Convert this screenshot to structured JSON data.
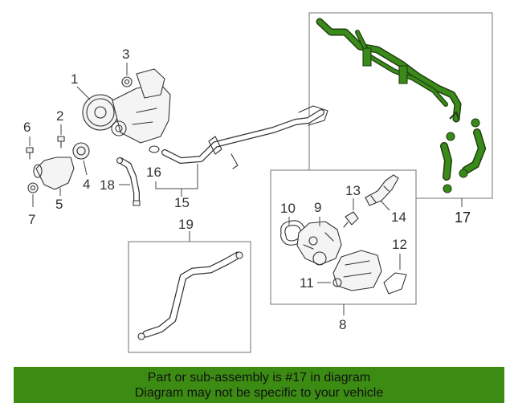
{
  "callouts": {
    "c1": "1",
    "c2": "2",
    "c3": "3",
    "c4": "4",
    "c5": "5",
    "c6": "6",
    "c7": "7",
    "c8": "8",
    "c9": "9",
    "c10": "10",
    "c11": "11",
    "c12": "12",
    "c13": "13",
    "c14": "14",
    "c15": "15",
    "c16": "16",
    "c17": "17",
    "c18": "18",
    "c19": "19"
  },
  "banner": {
    "line1": "Part or sub-assembly is #17 in diagram",
    "line2": "Diagram may not be specific to your vehicle",
    "color": "#3c8c14"
  },
  "highlight_color": "#3a8a1a"
}
